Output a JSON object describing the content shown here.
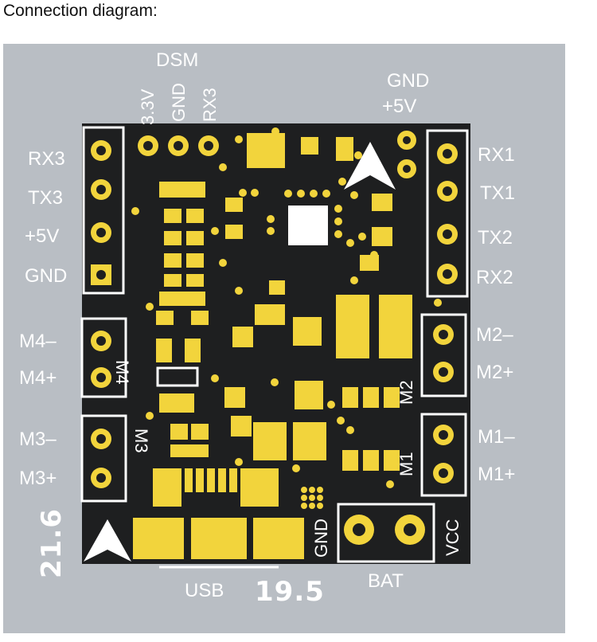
{
  "caption": "Connection diagram:",
  "top_header": {
    "dsm": "DSM",
    "pins": [
      "3.3V",
      "GND",
      "RX3"
    ],
    "power_right": [
      "GND",
      "+5V"
    ]
  },
  "left_header": [
    "RX3",
    "TX3",
    "+5V",
    "GND"
  ],
  "right_header": [
    "RX1",
    "TX1",
    "TX2",
    "RX2"
  ],
  "motor_labels": {
    "m4_minus": "M4–",
    "m4_plus": "M4+",
    "m3_minus": "M3–",
    "m3_plus": "M3+",
    "m2_minus": "M2–",
    "m2_plus": "M2+",
    "m1_minus": "M1–",
    "m1_plus": "M1+"
  },
  "silkscreen": {
    "m4": "M4",
    "m3": "M3",
    "m2": "M2",
    "m1": "M1"
  },
  "bottom": {
    "usb": "USB",
    "bat": "BAT",
    "gnd": "GND",
    "vcc": "VCC"
  },
  "dimensions": {
    "height": "21.6",
    "width": "19.5"
  },
  "colors": {
    "board": "#1e1f20",
    "pad": "#f2d43c",
    "silk": "#ffffff",
    "background": "#b9bec4"
  }
}
